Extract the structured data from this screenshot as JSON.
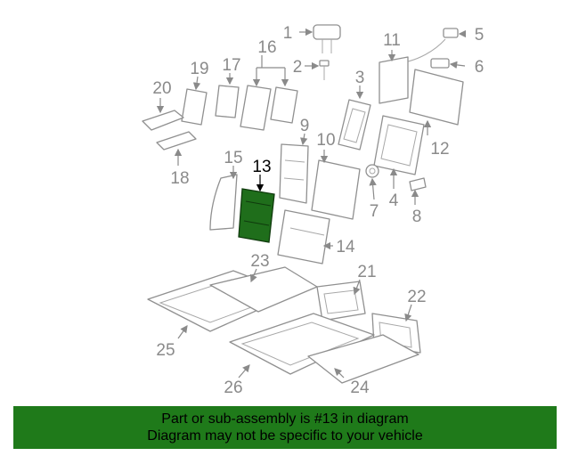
{
  "diagram": {
    "highlight_color": "#1f6e1b",
    "highlighted_part": "13",
    "callouts": [
      "1",
      "2",
      "3",
      "4",
      "5",
      "6",
      "7",
      "8",
      "9",
      "10",
      "11",
      "12",
      "13",
      "14",
      "15",
      "16",
      "17",
      "18",
      "19",
      "20",
      "21",
      "22",
      "23",
      "24",
      "25",
      "26"
    ]
  },
  "banner": {
    "line1": "Part or sub-assembly is #13 in diagram",
    "line2": "Diagram may not be specific to your vehicle",
    "background": "#1f7a1a"
  }
}
